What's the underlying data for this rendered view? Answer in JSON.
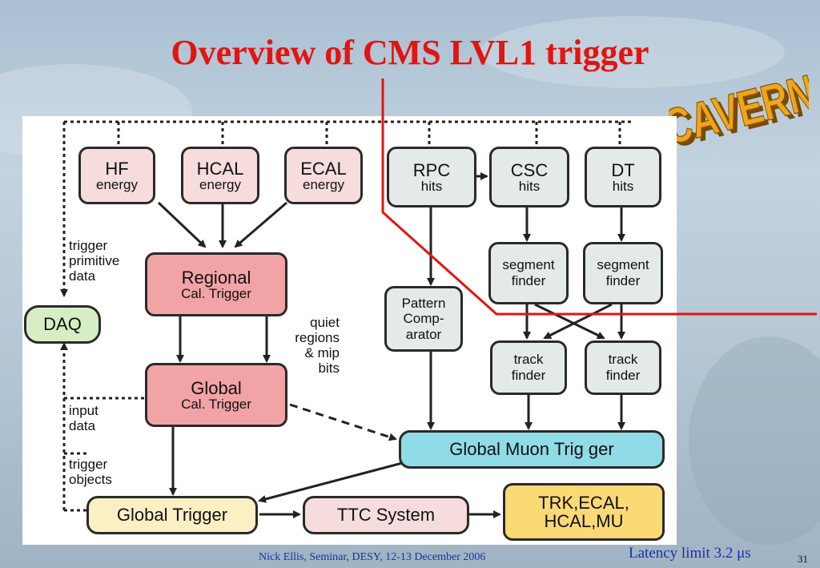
{
  "title": "Overview of CMS LVL1 trigger",
  "cavern_label": "CAVERN",
  "boxes": {
    "hf": {
      "line1": "HF",
      "line2": "energy"
    },
    "hcal": {
      "line1": "HCAL",
      "line2": "energy"
    },
    "ecal": {
      "line1": "ECAL",
      "line2": "energy"
    },
    "rpc": {
      "line1": "RPC",
      "line2": "hits"
    },
    "csc": {
      "line1": "CSC",
      "line2": "hits"
    },
    "dt": {
      "line1": "DT",
      "line2": "hits"
    },
    "regional": {
      "line1": "Regional",
      "line2": "Cal. Trigger"
    },
    "global_cal": {
      "line1": "Global",
      "line2": "Cal. Trigger"
    },
    "daq": {
      "line1": "DAQ"
    },
    "pattern": {
      "line1": "Pattern\nComp-\narator"
    },
    "seg1": {
      "line1": "segment\nfinder"
    },
    "seg2": {
      "line1": "segment\nfinder"
    },
    "track1": {
      "line1": "track\nfinder"
    },
    "track2": {
      "line1": "track\nfinder"
    },
    "gmt": {
      "line1": "Global Muon  Trig ger"
    },
    "gt": {
      "line1": "Global Trigger"
    },
    "ttc": {
      "line1": "TTC System"
    },
    "detectors": {
      "line1": "TRK,ECAL,\nHCAL,MU"
    }
  },
  "labels": {
    "trigger_primitive": "trigger\nprimitive\ndata",
    "quiet": "quiet\nregions\n& mip\nbits",
    "input_data": "input\ndata",
    "trigger_objects": "trigger\nobjects"
  },
  "footer": "Nick Ellis, Seminar, DESY, 12-13 December 2006",
  "latency": "Latency limit 3.2 μs",
  "slide_number": "31",
  "colors": {
    "title": "#e3140f",
    "cavern_line": "#e3140f",
    "footer": "#1f2fa6",
    "cavern_fill": "#f2a516"
  }
}
